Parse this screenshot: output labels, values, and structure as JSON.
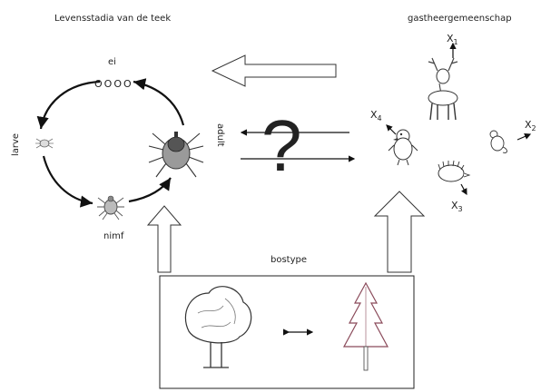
{
  "titles": {
    "left": "Levensstadia van de teek",
    "right": "gastheergemeenschap",
    "forest": "bostype"
  },
  "stages": {
    "egg": "ei",
    "egg_glyphs": "OOOO",
    "larva": "larve",
    "nymph": "nimf",
    "adult": "adult"
  },
  "center": {
    "question": "?"
  },
  "hosts": {
    "x1": {
      "main": "X",
      "sub": "1"
    },
    "x2": {
      "main": "X",
      "sub": "2"
    },
    "x3": {
      "main": "X",
      "sub": "3"
    },
    "x4": {
      "main": "X",
      "sub": "4"
    }
  },
  "icons": [
    "deer-icon",
    "bird-icon",
    "mouse-icon",
    "hedgehog-icon",
    "tick-icon",
    "deciduous-tree-icon",
    "conifer-tree-icon"
  ]
}
